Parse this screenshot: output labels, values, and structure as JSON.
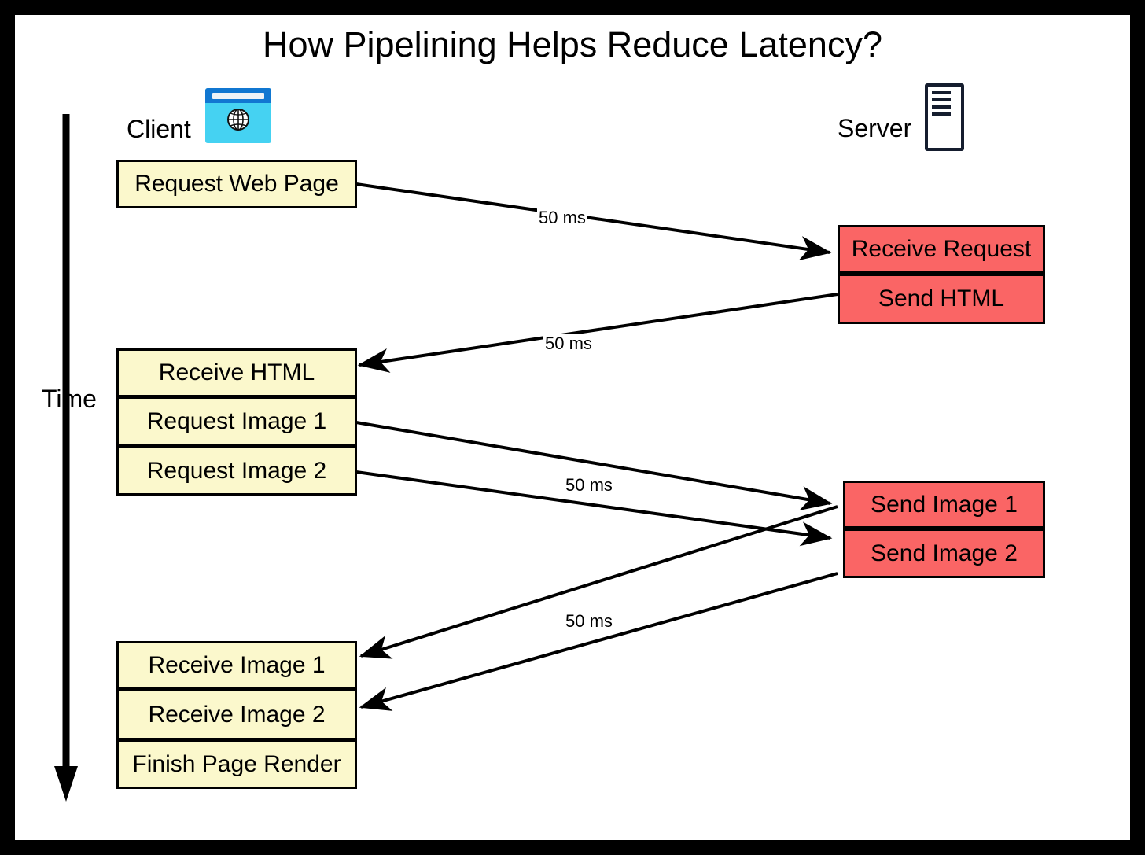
{
  "title": "How Pipelining Helps Reduce Latency?",
  "frame": {
    "border_color": "#000000",
    "background": "#ffffff"
  },
  "axis": {
    "label": "Time",
    "direction": "downward"
  },
  "lanes": [
    {
      "name": "client",
      "label": "Client",
      "icon": "browser-globe-icon",
      "box_color": "#fbf8cc"
    },
    {
      "name": "server",
      "label": "Server",
      "icon": "server-rack-icon",
      "box_color": "#fa6565"
    }
  ],
  "client_boxes": [
    {
      "id": "c1",
      "label": "Request Web Page"
    },
    {
      "id": "c2",
      "label": "Receive HTML"
    },
    {
      "id": "c3",
      "label": "Request Image 1"
    },
    {
      "id": "c4",
      "label": "Request Image 2"
    },
    {
      "id": "c5",
      "label": "Receive Image 1"
    },
    {
      "id": "c6",
      "label": "Receive Image 2"
    },
    {
      "id": "c7",
      "label": "Finish Page Render"
    }
  ],
  "server_boxes": [
    {
      "id": "s1",
      "label": "Receive Request"
    },
    {
      "id": "s2",
      "label": "Send HTML"
    },
    {
      "id": "s3",
      "label": "Send Image 1"
    },
    {
      "id": "s4",
      "label": "Send Image 2"
    }
  ],
  "latency_labels": [
    {
      "id": "l1",
      "text": "50 ms"
    },
    {
      "id": "l2",
      "text": "50 ms"
    },
    {
      "id": "l3",
      "text": "50 ms"
    },
    {
      "id": "l4",
      "text": "50 ms"
    }
  ],
  "messages": [
    {
      "from": "Request Web Page",
      "to": "Receive Request",
      "latency": "50 ms",
      "direction": "client-to-server"
    },
    {
      "from": "Send HTML",
      "to": "Receive HTML",
      "latency": "50 ms",
      "direction": "server-to-client"
    },
    {
      "from": "Request Image 1",
      "to": "Send Image 1",
      "latency": "50 ms",
      "direction": "client-to-server"
    },
    {
      "from": "Request Image 2",
      "to": "Send Image 2",
      "latency": "50 ms",
      "direction": "client-to-server"
    },
    {
      "from": "Send Image 1",
      "to": "Receive Image 1",
      "latency": "50 ms",
      "direction": "server-to-client"
    },
    {
      "from": "Send Image 2",
      "to": "Receive Image 2",
      "latency": "50 ms",
      "direction": "server-to-client"
    }
  ]
}
